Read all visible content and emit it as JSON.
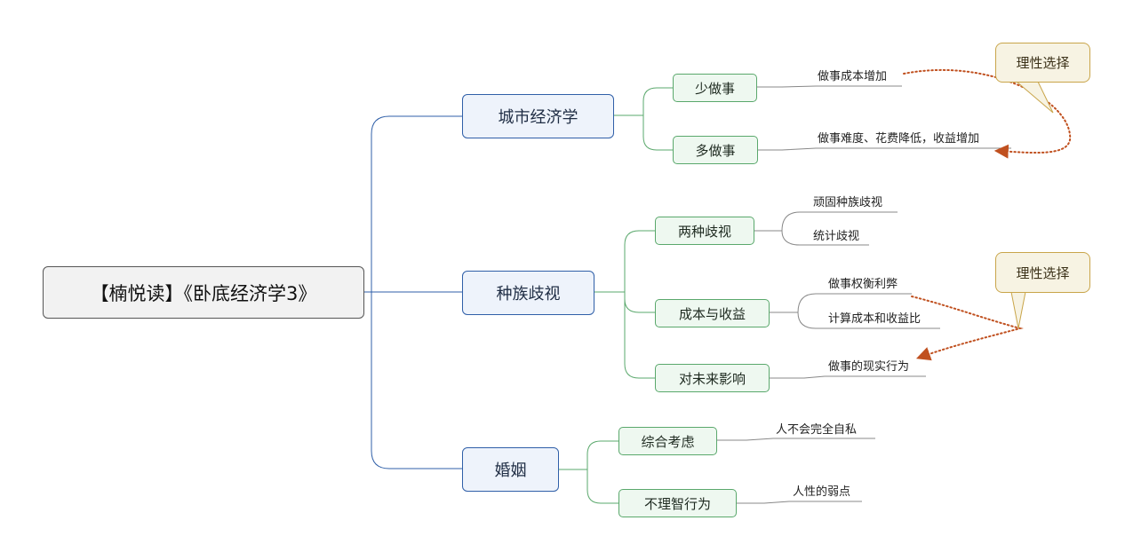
{
  "root": {
    "label": "【楠悦读】《卧底经济学3》"
  },
  "branches": [
    {
      "label": "城市经济学",
      "children": [
        {
          "label": "少做事",
          "leaves": [
            "做事成本增加"
          ]
        },
        {
          "label": "多做事",
          "leaves": [
            "做事难度、花费降低，收益增加"
          ]
        }
      ]
    },
    {
      "label": "种族歧视",
      "children": [
        {
          "label": "两种歧视",
          "leaves": [
            "顽固种族歧视",
            "统计歧视"
          ]
        },
        {
          "label": "成本与收益",
          "leaves": [
            "做事权衡利弊",
            "计算成本和收益比"
          ]
        },
        {
          "label": "对未来影响",
          "leaves": [
            "做事的现实行为"
          ]
        }
      ]
    },
    {
      "label": "婚姻",
      "children": [
        {
          "label": "综合考虑",
          "leaves": [
            "人不会完全自私"
          ]
        },
        {
          "label": "不理智行为",
          "leaves": [
            "人性的弱点"
          ]
        }
      ]
    }
  ],
  "callouts": [
    {
      "label": "理性选择"
    },
    {
      "label": "理性选择"
    }
  ],
  "colors": {
    "main_line": "#2f5fa8",
    "sub_line": "#5aa86c",
    "leaf_line": "#888888",
    "relation_line": "#c0501f",
    "callout_border": "#c9a54a"
  }
}
